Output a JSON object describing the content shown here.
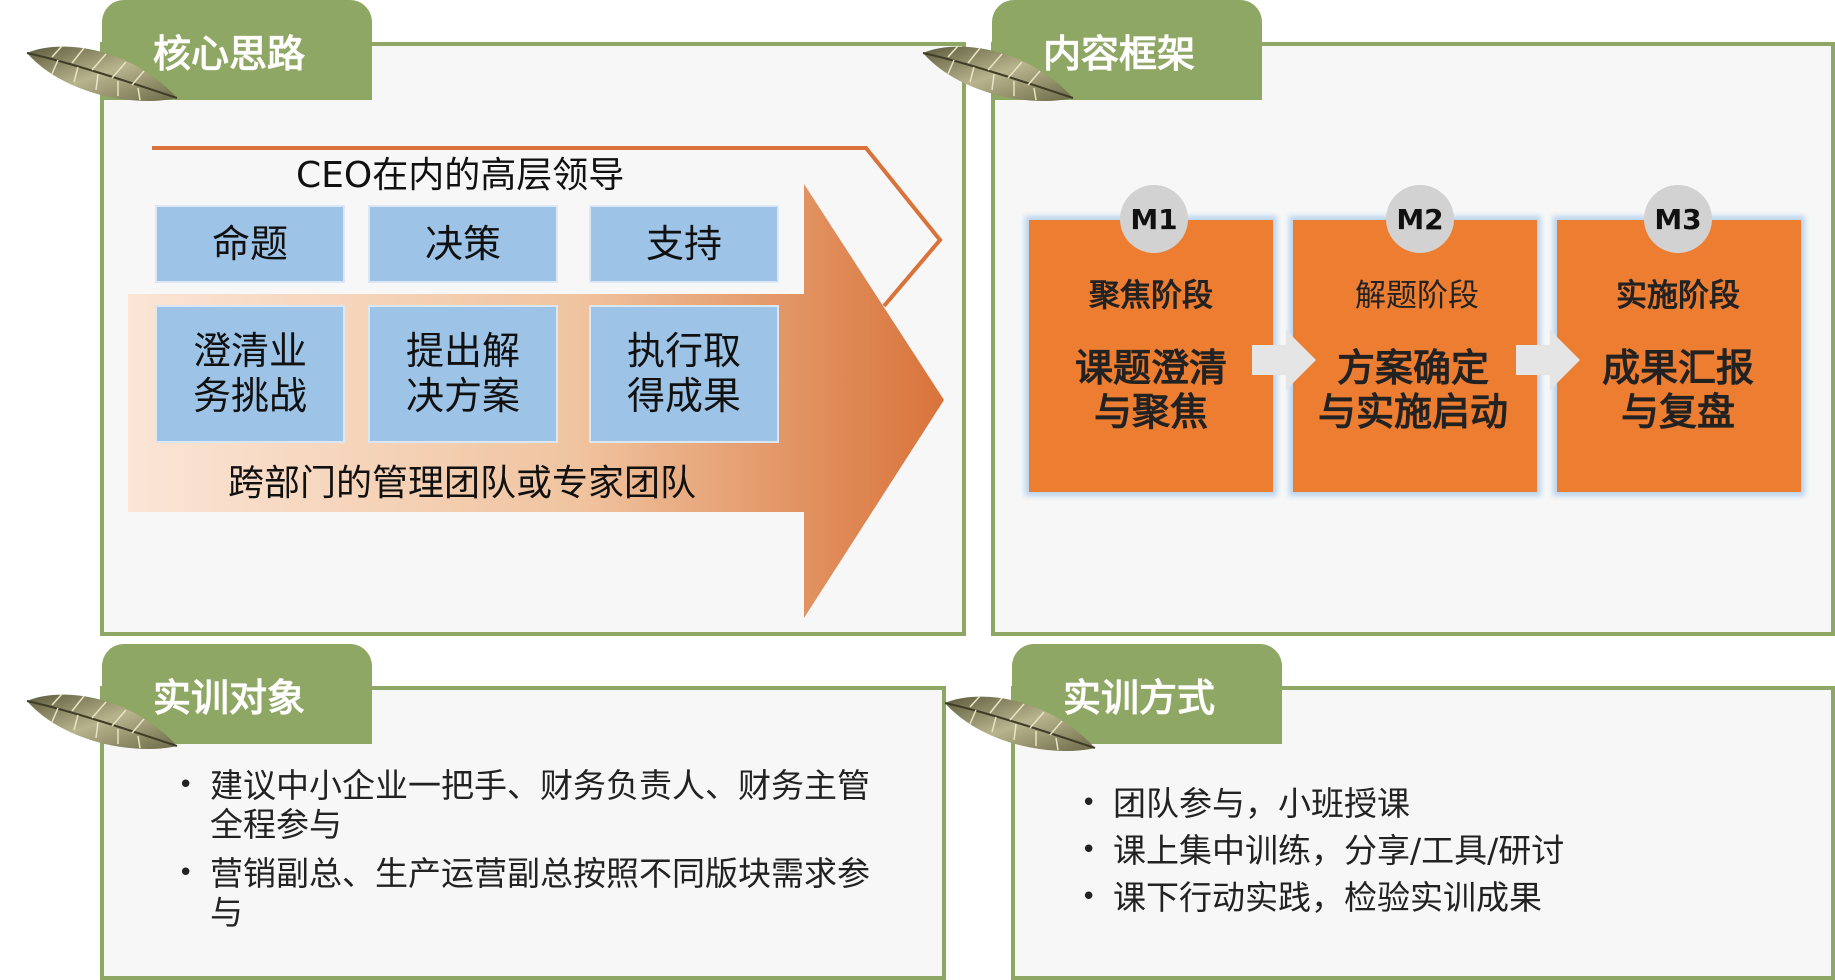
{
  "sections": {
    "core_idea": {
      "title": "核心思路"
    },
    "content_framework": {
      "title": "内容框架"
    },
    "trainees": {
      "title": "实训对象"
    },
    "training_method": {
      "title": "实训方式"
    }
  },
  "core_idea": {
    "leadership_label": "CEO在内的高层领导",
    "top_boxes": [
      "命题",
      "决策",
      "支持"
    ],
    "team_boxes": [
      "澄清业\n务挑战",
      "提出解\n决方案",
      "执行取\n得成果"
    ],
    "team_label": "跨部门的管理团队或专家团队"
  },
  "content_framework": {
    "modules": [
      {
        "badge": "M1",
        "stage": "聚焦阶段",
        "title": "课题澄清\n与聚焦"
      },
      {
        "badge": "M2",
        "stage": "解题阶段",
        "title": "方案确定\n与实施启动"
      },
      {
        "badge": "M3",
        "stage": "实施阶段",
        "title": "成果汇报\n与复盘"
      }
    ]
  },
  "trainees": {
    "items": [
      "建议中小企业一把手、财务负责人、财务主管全程参与",
      "营销副总、生产运营副总按照不同版块需求参与"
    ]
  },
  "training_method": {
    "items": [
      "团队参与，小班授课",
      "课上集中训练，分享/工具/研讨",
      "课下行动实践，检验实训成果"
    ]
  },
  "colors": {
    "green": "#8fa764",
    "orange": "#ed7d31",
    "blue_box": "#9dc3e6",
    "panel_bg": "#f7f7f7"
  }
}
